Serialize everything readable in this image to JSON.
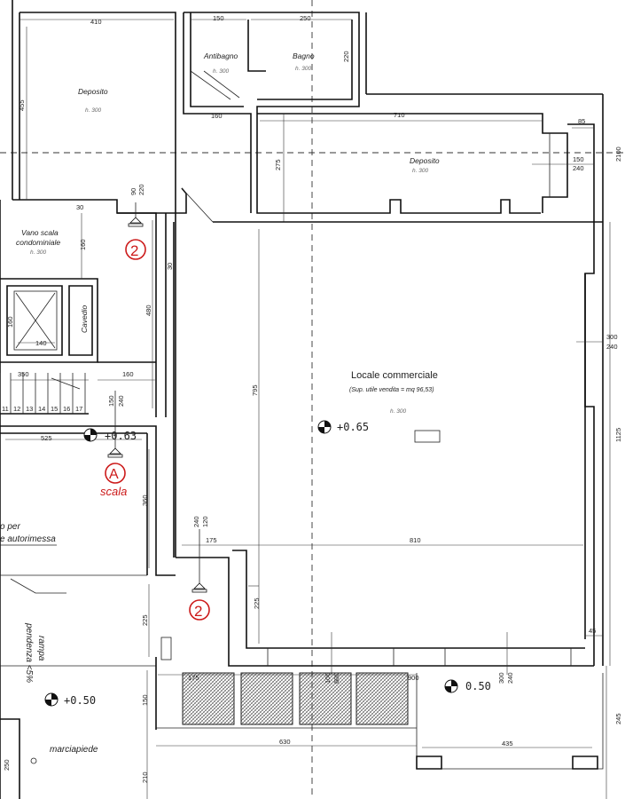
{
  "rooms": {
    "deposito_nw": "Deposito",
    "antibagno": "Antibagno",
    "bagno": "Bagno",
    "deposito_ne": "Deposito",
    "vano_scala_1": "Vano scala",
    "vano_scala_2": "condominiale",
    "cavedio": "Cavedio",
    "locale": "Locale commerciale",
    "locale_sup": "(Sup. utile vendita = mq 96,53)",
    "rampa_1": "rampa",
    "rampa_2": "pendenza <5%",
    "access_1": "o per",
    "access_2": "e autorimessa",
    "marciapiede": "marciapiede"
  },
  "heights": {
    "h300": "h. 300"
  },
  "levels": {
    "l065": "+0.63",
    "l065b": "+0.65",
    "l050": "+0.50",
    "l050b": "0.50"
  },
  "markers": {
    "two": "2",
    "a": "A",
    "scala": "scala"
  },
  "stairs": [
    "11",
    "12",
    "13",
    "14",
    "15",
    "16",
    "17"
  ],
  "dims": {
    "d410": "410",
    "d150": "150",
    "d250": "250",
    "d220": "220",
    "d455": "455",
    "d160": "160",
    "d710": "710",
    "d275": "275",
    "d85": "85",
    "d2100": "2100",
    "d90": "90",
    "d30": "30",
    "d150_240": "150",
    "d240": "240",
    "d480": "480",
    "d140": "140",
    "d350": "350",
    "d795": "795",
    "d300": "300",
    "d1125": "1125",
    "d525": "525",
    "d360": "360",
    "d175": "175",
    "d810": "810",
    "d120": "120",
    "d225": "225",
    "d45": "45",
    "d900": "900",
    "d245": "245",
    "d630": "630",
    "d435": "435",
    "d210": "210",
    "d250b": "250",
    "d600": "600",
    "d100": "100"
  }
}
